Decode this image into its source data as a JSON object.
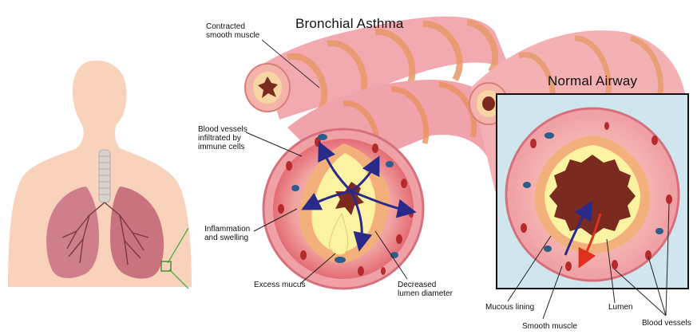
{
  "titles": {
    "asthma": "Bronchial Asthma",
    "normal": "Normal Airway"
  },
  "labels": {
    "contracted_smooth_muscle": "Contracted\nsmooth muscle",
    "blood_vessels_infiltrated": "Blood vessels\ninfiltrated by\nimmune cells",
    "inflammation": "Inflammation\nand swelling",
    "excess_mucus": "Excess mucus",
    "decreased_lumen": "Decreased\nlumen diameter",
    "mucous_lining": "Mucous lining",
    "smooth_muscle": "Smooth muscle",
    "lumen": "Lumen",
    "blood_vessels": "Blood vessels"
  },
  "colors": {
    "skin": "#f9d2bc",
    "lung": "#cf7f8b",
    "airway_tube": "#f2a9b0",
    "muscle_band": "#e89a6a",
    "mucus": "#fbf3a2",
    "inflamed_wall": "#e9767c",
    "lumen": "#7a2a1e",
    "normal_bg": "#cfe6ee",
    "arrow_blue": "#2a2a8a",
    "arrow_red": "#e03020"
  }
}
